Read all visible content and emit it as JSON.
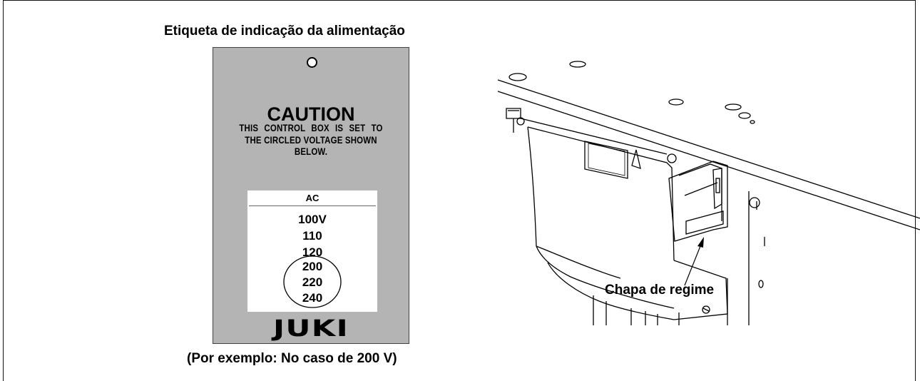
{
  "labels": {
    "title": "Etiqueta de indicação da alimentação",
    "example": "(Por exemplo: No caso de 200 V)",
    "rating_plate": "Chapa de regime"
  },
  "caution_label": {
    "heading": "CAUTION",
    "line1": "THIS CONTROL BOX IS SET TO",
    "line2": "THE CIRCLED VOLTAGE SHOWN BELOW.",
    "ac_header": "AC",
    "voltages": [
      "100V",
      "110",
      "120",
      "200",
      "220",
      "240"
    ],
    "circled_voltages": [
      "200",
      "220",
      "240"
    ],
    "brand": "JUKI",
    "plate_color": "#b4b4b4"
  }
}
